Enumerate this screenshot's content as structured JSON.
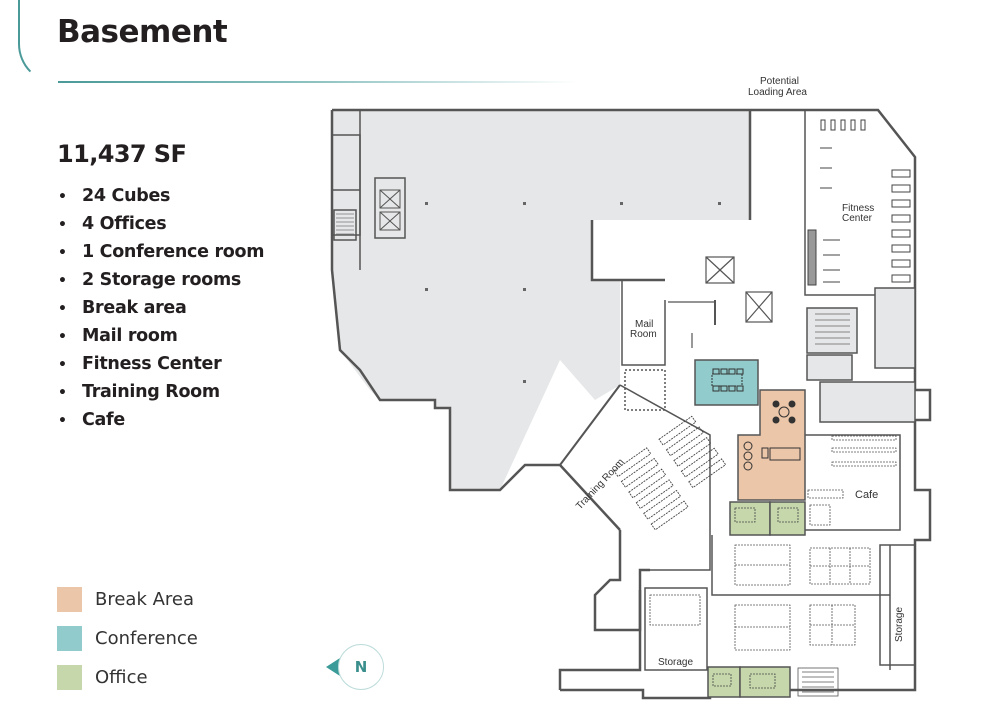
{
  "header": {
    "title": "Basement"
  },
  "summary": {
    "square_footage": "11,437 SF",
    "features": [
      "24 Cubes",
      "4 Offices",
      "1 Conference room",
      "2 Storage rooms",
      "Break area",
      "Mail room",
      "Fitness Center",
      "Training Room",
      "Cafe"
    ],
    "bullet": "•"
  },
  "legend": {
    "items": [
      {
        "label": "Break Area",
        "color": "#ecc6a8"
      },
      {
        "label": "Conference",
        "color": "#92cbcb"
      },
      {
        "label": "Office",
        "color": "#c6d8ab"
      }
    ]
  },
  "compass": {
    "label": "N",
    "accent": "#3a9b98"
  },
  "floor_plan": {
    "labels": {
      "loading_area_line1": "Potential",
      "loading_area_line2": "Loading Area",
      "fitness_line1": "Fitness",
      "fitness_line2": "Center",
      "mail_line1": "Mail",
      "mail_line2": "Room",
      "training": "Training Room",
      "cafe": "Cafe",
      "storage_left": "Storage",
      "storage_right": "Storage"
    },
    "colors": {
      "wall": "#555555",
      "shaded_area": "#e6e7e8",
      "break_area": "#ecc6a8",
      "conference": "#92cbcb",
      "office": "#c6d8ab"
    }
  }
}
